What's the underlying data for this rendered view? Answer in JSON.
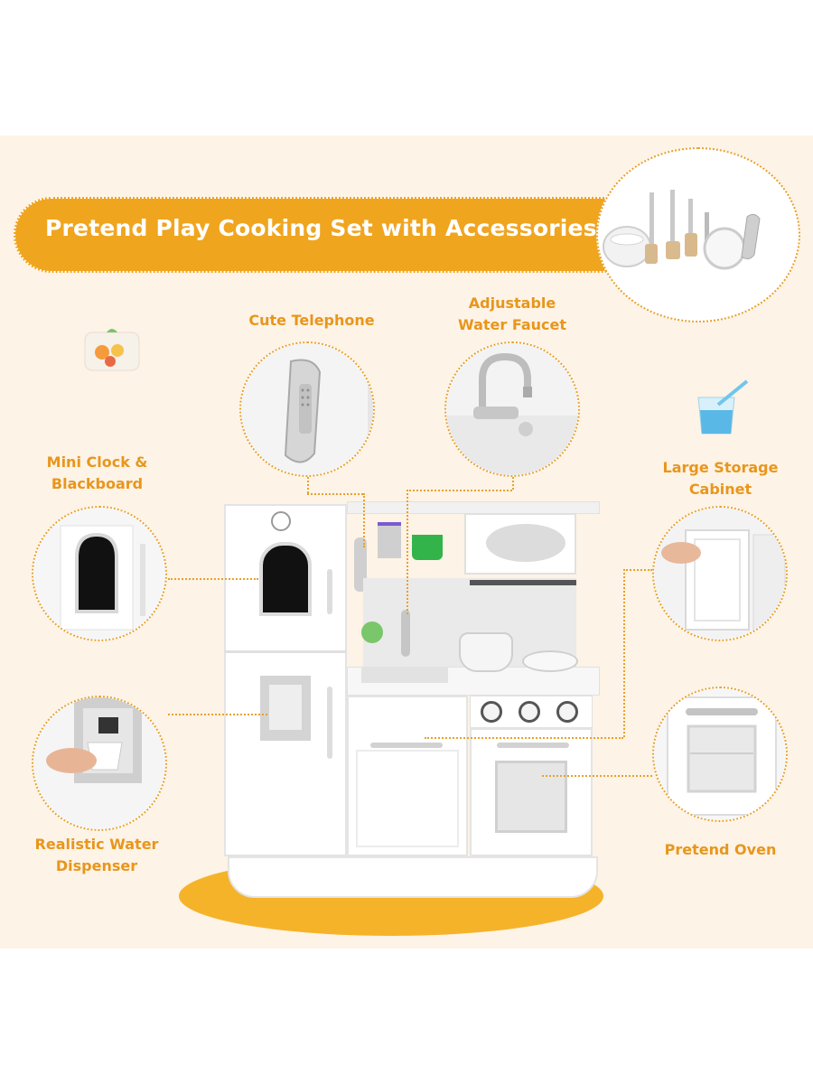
{
  "banner": {
    "title": "Pretend Play Cooking Set with Accessories"
  },
  "features": {
    "telephone": "Cute Telephone",
    "faucet_line1": "Adjustable",
    "faucet_line2": "Water Faucet",
    "clock_line1": "Mini Clock &",
    "clock_line2": "Blackboard",
    "storage_line1": "Large Storage",
    "storage_line2": "Cabinet",
    "dispenser_line1": "Realistic Water",
    "dispenser_line2": "Dispenser",
    "oven": "Pretend Oven"
  },
  "colors": {
    "accent": "#f0a51f",
    "background": "#fdf3e6",
    "label": "#e8961c"
  }
}
